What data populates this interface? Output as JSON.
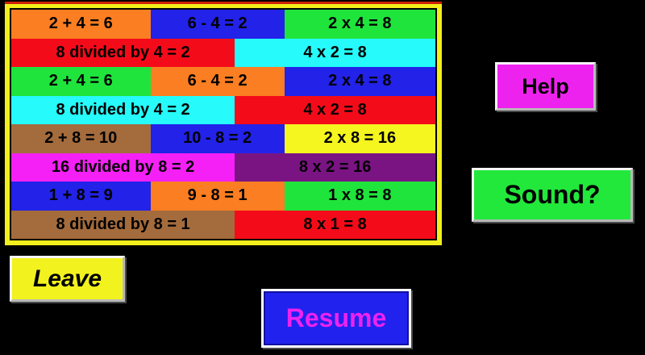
{
  "app": {
    "background": "#000000"
  },
  "board": {
    "frame_color": "#F2EF1C",
    "top_stripe_color": "#CF1F05",
    "inner_border_color": "#000000",
    "rows": [
      {
        "cells": [
          {
            "text": "2 + 4 = 6",
            "bg": "#FB7E22",
            "w": 32.8
          },
          {
            "text": "6 - 4 = 2",
            "bg": "#2222E8",
            "w": 31.6
          },
          {
            "text": "2 x 4 = 8",
            "bg": "#1FE43C",
            "w": 35.6
          }
        ]
      },
      {
        "cells": [
          {
            "text": "8 divided by 4 = 2",
            "bg": "#F40B19",
            "w": 52.7
          },
          {
            "text": "4 x 2 = 8",
            "bg": "#26FAFA",
            "w": 47.3
          }
        ]
      },
      {
        "cells": [
          {
            "text": "2 + 4 = 6",
            "bg": "#1FE43C",
            "w": 32.8
          },
          {
            "text": "6 - 4 = 2",
            "bg": "#FB7E22",
            "w": 31.6
          },
          {
            "text": "2 x 4 = 8",
            "bg": "#2222E8",
            "w": 35.6
          }
        ]
      },
      {
        "cells": [
          {
            "text": "8 divided by 4 = 2",
            "bg": "#26FAFA",
            "w": 52.7
          },
          {
            "text": "4 x 2 = 8",
            "bg": "#F40B19",
            "w": 47.3
          }
        ]
      },
      {
        "cells": [
          {
            "text": "2 + 8 = 10",
            "bg": "#A46B3C",
            "w": 32.8
          },
          {
            "text": "10 - 8 = 2",
            "bg": "#2222E8",
            "w": 31.6
          },
          {
            "text": "2 x 8 = 16",
            "bg": "#F5F520",
            "w": 35.6
          }
        ]
      },
      {
        "cells": [
          {
            "text": "16 divided by 8 = 2",
            "bg": "#F520F5",
            "w": 52.7
          },
          {
            "text": "8 x 2 = 16",
            "bg": "#7A1483",
            "w": 47.3
          }
        ]
      },
      {
        "cells": [
          {
            "text": "1 + 8 = 9",
            "bg": "#2222E8",
            "w": 32.8
          },
          {
            "text": "9 - 8 = 1",
            "bg": "#FB7E22",
            "w": 31.6
          },
          {
            "text": "1 x 8 = 8",
            "bg": "#1FE43C",
            "w": 35.6
          }
        ]
      },
      {
        "cells": [
          {
            "text": "8 divided by 8 = 1",
            "bg": "#A46B3C",
            "w": 52.7
          },
          {
            "text": "8 x 1 = 8",
            "bg": "#F40B19",
            "w": 47.3
          }
        ]
      }
    ]
  },
  "buttons": {
    "help": {
      "label": "Help",
      "bg": "#EE22EE",
      "fg": "#000000"
    },
    "sound": {
      "label": "Sound?",
      "bg": "#22E83C",
      "fg": "#000000"
    },
    "leave": {
      "label": "Leave",
      "bg": "#F2F21F",
      "fg": "#000000"
    },
    "resume": {
      "label": "Resume",
      "bg": "#2222EE",
      "fg": "#EE22EE"
    }
  }
}
